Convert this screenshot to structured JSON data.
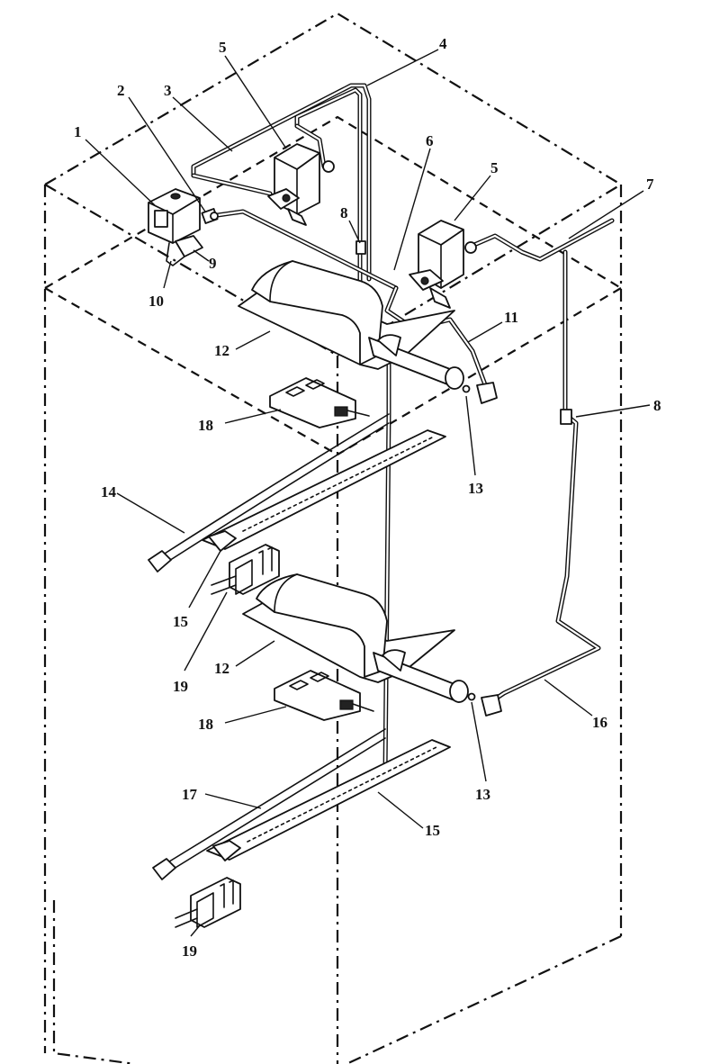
{
  "diagram": {
    "callouts": [
      {
        "id": "c1",
        "text": "1"
      },
      {
        "id": "c2",
        "text": "2"
      },
      {
        "id": "c3",
        "text": "3"
      },
      {
        "id": "c4",
        "text": "4"
      },
      {
        "id": "c5a",
        "text": "5"
      },
      {
        "id": "c5b",
        "text": "5"
      },
      {
        "id": "c6",
        "text": "6"
      },
      {
        "id": "c7",
        "text": "7"
      },
      {
        "id": "c8a",
        "text": "8"
      },
      {
        "id": "c8b",
        "text": "8"
      },
      {
        "id": "c9",
        "text": "9"
      },
      {
        "id": "c10",
        "text": "10"
      },
      {
        "id": "c11",
        "text": "11"
      },
      {
        "id": "c12a",
        "text": "12"
      },
      {
        "id": "c12b",
        "text": "12"
      },
      {
        "id": "c13a",
        "text": "13"
      },
      {
        "id": "c13b",
        "text": "13"
      },
      {
        "id": "c14",
        "text": "14"
      },
      {
        "id": "c15a",
        "text": "15"
      },
      {
        "id": "c15b",
        "text": "15"
      },
      {
        "id": "c16",
        "text": "16"
      },
      {
        "id": "c17",
        "text": "17"
      },
      {
        "id": "c18a",
        "text": "18"
      },
      {
        "id": "c18b",
        "text": "18"
      },
      {
        "id": "c19a",
        "text": "19"
      },
      {
        "id": "c19b",
        "text": "19"
      }
    ]
  }
}
